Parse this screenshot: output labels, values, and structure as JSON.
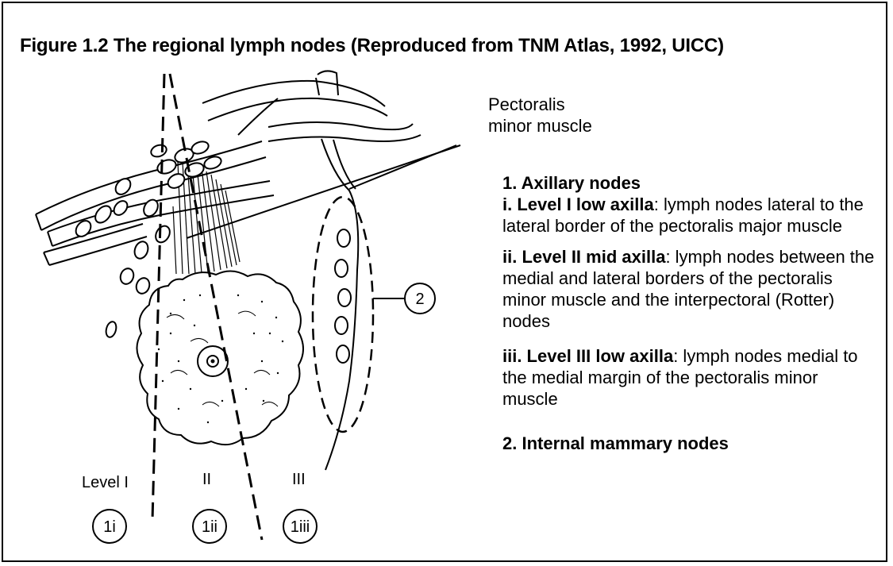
{
  "title": "Figure 1.2 The regional lymph nodes (Reproduced from TNM Atlas, 1992, UICC)",
  "pectoralis_label": [
    "Pectoralis",
    "minor muscle"
  ],
  "legend": {
    "heading_axillary": "1. Axillary nodes",
    "level1_bold": "i. Level I low axilla",
    "level1_text": ": lymph nodes lateral to the lateral border of the pectoralis major muscle",
    "level2_bold": "ii. Level II mid axilla",
    "level2_text": ": lymph nodes between the medial and lateral borders of the pectoralis minor muscle and the interpectoral (Rotter) nodes",
    "level3_bold": "iii. Level III low axilla",
    "level3_text": ": lymph nodes medial to the medial margin of the pectoralis minor muscle",
    "heading_internal": "2. Internal mammary nodes"
  },
  "level_labels": {
    "level1": "Level I",
    "level2": "II",
    "level3": "III"
  },
  "circle_labels": {
    "c1i": "1i",
    "c1ii": "1ii",
    "c1iii": "1iii",
    "c2": "2"
  }
}
